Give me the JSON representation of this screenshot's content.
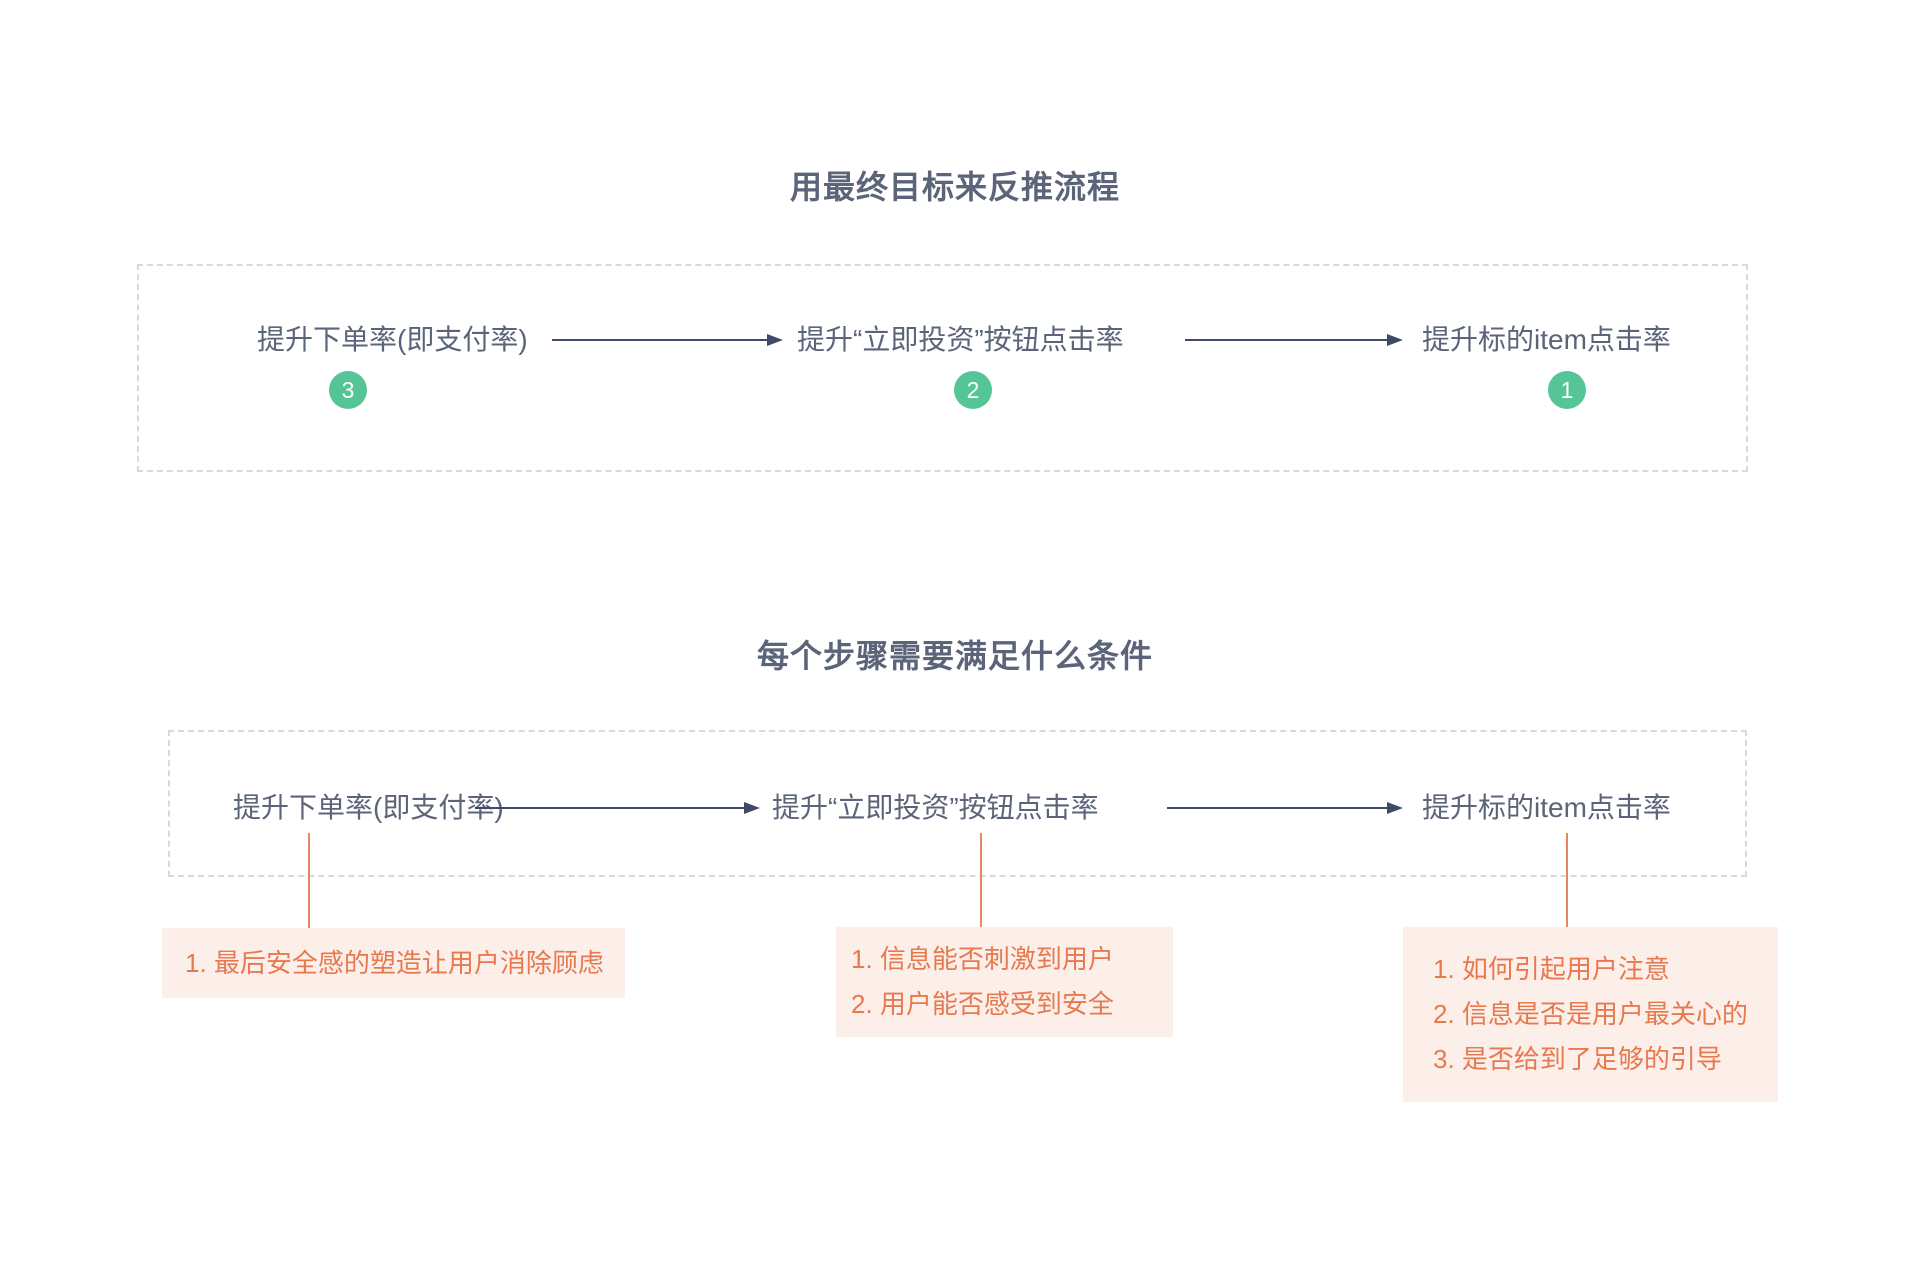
{
  "colors": {
    "step_text": "#5b6478",
    "arrow": "#3f4b66",
    "dashed_border": "#d9d9d9",
    "badge_bg": "#55c598",
    "badge_text": "#ffffff",
    "note_text": "#e7794f",
    "note_bg": "#fcefe9",
    "connector_line": "#e8845f"
  },
  "section1": {
    "title": "用最终目标来反推流程",
    "steps": [
      {
        "label": "提升下单率(即支付率)",
        "badge": "3"
      },
      {
        "label": "提升“立即投资”按钮点击率",
        "badge": "2"
      },
      {
        "label": "提升标的item点击率",
        "badge": "1"
      }
    ]
  },
  "section2": {
    "title": "每个步骤需要满足什么条件",
    "steps": [
      {
        "label": "提升下单率(即支付率)"
      },
      {
        "label": "提升“立即投资”按钮点击率"
      },
      {
        "label": "提升标的item点击率"
      }
    ],
    "notes": [
      {
        "lines": [
          "1. 最后安全感的塑造让用户消除顾虑"
        ]
      },
      {
        "lines": [
          "1. 信息能否刺激到用户",
          "2. 用户能否感受到安全"
        ]
      },
      {
        "lines": [
          "1. 如何引起用户注意",
          "2. 信息是否是用户最关心的",
          "3. 是否给到了足够的引导"
        ]
      }
    ]
  }
}
